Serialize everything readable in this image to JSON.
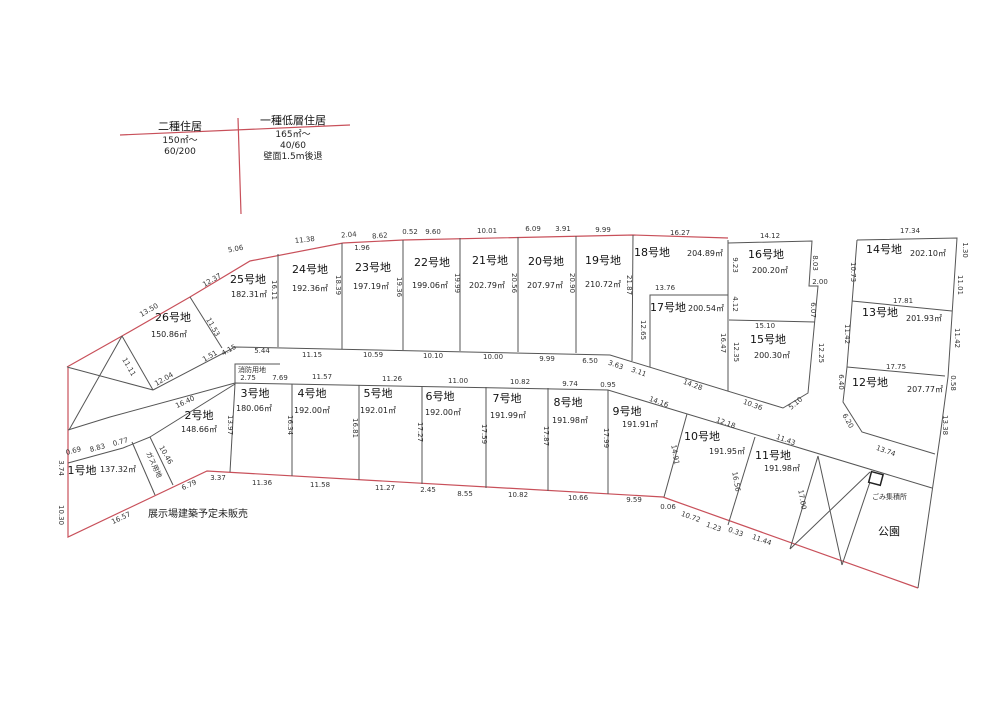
{
  "zoning": {
    "left": {
      "name": "二種住居",
      "min_area": "150㎡～",
      "ratio": "60/200"
    },
    "right": {
      "name": "一種低層住居",
      "min_area": "165㎡～",
      "ratio": "40/60",
      "setback": "壁面1.5m後退"
    }
  },
  "annotations": {
    "fire_land": "消防用地",
    "gas_land": "ガス用地",
    "showroom": "展示場建築予定未販売",
    "garbage": "ごみ集積所",
    "park": "公園"
  },
  "lots": [
    {
      "label": "1号地",
      "area": "137.32㎡"
    },
    {
      "label": "2号地",
      "area": "148.66㎡"
    },
    {
      "label": "3号地",
      "area": "180.06㎡"
    },
    {
      "label": "4号地",
      "area": "192.00㎡"
    },
    {
      "label": "5号地",
      "area": "192.01㎡"
    },
    {
      "label": "6号地",
      "area": "192.00㎡"
    },
    {
      "label": "7号地",
      "area": "191.99㎡"
    },
    {
      "label": "8号地",
      "area": "191.98㎡"
    },
    {
      "label": "9号地",
      "area": "191.91㎡"
    },
    {
      "label": "10号地",
      "area": "191.95㎡"
    },
    {
      "label": "11号地",
      "area": "191.98㎡"
    },
    {
      "label": "12号地",
      "area": "207.77㎡"
    },
    {
      "label": "13号地",
      "area": "201.93㎡"
    },
    {
      "label": "14号地",
      "area": "202.10㎡"
    },
    {
      "label": "15号地",
      "area": "200.30㎡"
    },
    {
      "label": "16号地",
      "area": "200.20㎡"
    },
    {
      "label": "17号地",
      "area": "200.54㎡"
    },
    {
      "label": "18号地",
      "area": "204.89㎡"
    },
    {
      "label": "19号地",
      "area": "210.72㎡"
    },
    {
      "label": "20号地",
      "area": "207.97㎡"
    },
    {
      "label": "21号地",
      "area": "202.79㎡"
    },
    {
      "label": "22号地",
      "area": "199.06㎡"
    },
    {
      "label": "23号地",
      "area": "197.19㎡"
    },
    {
      "label": "24号地",
      "area": "192.36㎡"
    },
    {
      "label": "25号地",
      "area": "182.31㎡"
    },
    {
      "label": "26号地",
      "area": "150.86㎡"
    }
  ],
  "dimensions": [
    "5.06",
    "11.38",
    "2.04",
    "8.62",
    "1.96",
    "0.52",
    "9.60",
    "10.01",
    "6.09",
    "3.91",
    "9.99",
    "16.27",
    "14.12",
    "17.34",
    "1.30",
    "12.37",
    "13.50",
    "16.11",
    "18.39",
    "19.36",
    "19.99",
    "20.56",
    "20.90",
    "21.87",
    "11.53",
    "11.11",
    "9.23",
    "8.03",
    "2.00",
    "10.73",
    "11.01",
    "13.76",
    "4.12",
    "6.07",
    "15.10",
    "17.81",
    "11.42",
    "11.42",
    "16.47",
    "12.35",
    "12.65",
    "12.25",
    "17.75",
    "6.40",
    "0.58",
    "6.20",
    "13.38",
    "13.74",
    "5.10",
    "10.36",
    "14.28",
    "3.63",
    "3.11",
    "6.50",
    "9.99",
    "10.00",
    "10.10",
    "10.59",
    "11.15",
    "5.44",
    "4.15",
    "1.51",
    "12.04",
    "16.40",
    "2.75",
    "7.69",
    "11.57",
    "11.26",
    "11.00",
    "10.82",
    "9.74",
    "0.95",
    "14.16",
    "12.18",
    "11.43",
    "13.97",
    "16.34",
    "16.81",
    "17.27",
    "17.59",
    "17.87",
    "17.99",
    "14.91",
    "16.56",
    "17.00",
    "0.69",
    "8.83",
    "0.77",
    "10.46",
    "3.74",
    "10.30",
    "16.57",
    "6.79",
    "3.37",
    "11.36",
    "11.58",
    "11.27",
    "2.45",
    "8.55",
    "10.82",
    "10.66",
    "9.59",
    "0.06",
    "10.72",
    "1.23",
    "0.33",
    "11.44"
  ],
  "colors": {
    "boundary": "#c8505a",
    "lines": "#555555"
  }
}
